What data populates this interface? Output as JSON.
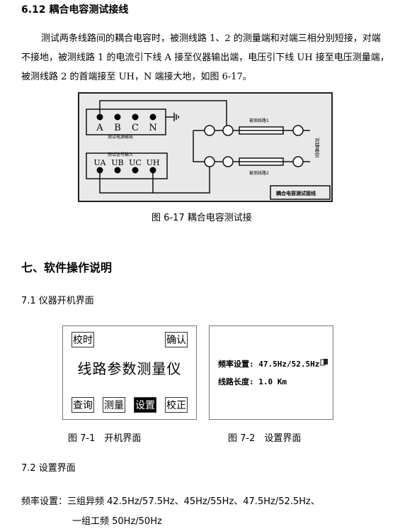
{
  "section_612": {
    "title": "6.12 耦合电容测试接线"
  },
  "para1": "测试两条线路间的耦合电容时，被测线路 1、2 的测量端和对端三相分别短接，对端不接地，被测线路 1 的电流引下线 A 接至仪器输出端，电压引下线 UH 接至电压测量端，被测线路 2 的首端接至 UH，N 端接大地，如图 6-17。",
  "diagram": {
    "output_terminals": [
      "A",
      "B",
      "C",
      "N"
    ],
    "output_label": "测试电源输出",
    "input_terminals": [
      "UA",
      "UB",
      "UC",
      "UH"
    ],
    "input_label": "测试信号输入",
    "line1_label": "被测线路1",
    "line2_label": "被测线路2",
    "far_end_label": "对端悬空",
    "title_box": "耦合电容测试接线"
  },
  "fig_617_caption": "图 6-17 耦合电容测试接",
  "section_7": {
    "title": "七、软件操作说明"
  },
  "section_71": {
    "title": "7.1 仪器开机界面"
  },
  "screen1": {
    "btn_left_top": "校时",
    "btn_right_top": "确认",
    "title": "线路参数测量仪",
    "btn_query": "查询",
    "btn_measure": "测量",
    "btn_settings": "设置",
    "btn_calibrate": "校正"
  },
  "screen2": {
    "freq_line": "频率设置: 47.5Hz/52.5Hz",
    "length_line": "线路长度: 1.0 Km"
  },
  "fig_71_caption": "图 7-1　开机界面",
  "fig_72_caption": "图 7-2　设置界面",
  "section_72": {
    "title": "7.2 设置界面"
  },
  "freq_setting_line1": "频率设置：三组异频 42.5Hz/57.5Hz、45Hz/55Hz、47.5Hz/52.5Hz、",
  "freq_setting_line2": "一组工频 50Hz/50Hz"
}
